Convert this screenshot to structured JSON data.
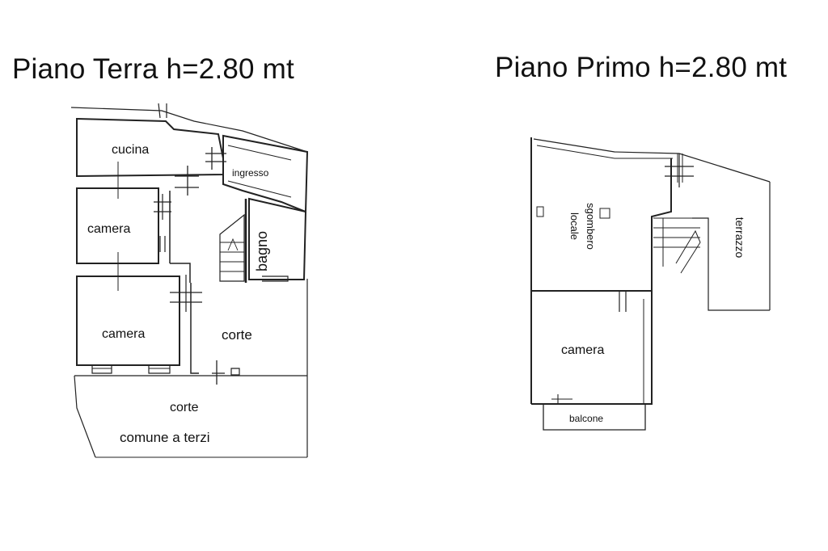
{
  "ground_floor": {
    "title": "Piano Terra h=2.80 mt",
    "rooms": {
      "kitchen": "cucina",
      "entrance": "ingresso",
      "bedroom_1": "camera",
      "bathroom": "bagno",
      "bedroom_2": "camera",
      "courtyard": "corte",
      "shared_courtyard": "corte",
      "shared_note": "comune a terzi"
    }
  },
  "first_floor": {
    "title": "Piano Primo h=2.80 mt",
    "rooms": {
      "storage_1": "locale",
      "storage_2": "sgombero",
      "terrace": "terrazzo",
      "bedroom": "camera",
      "balcony": "balcone"
    }
  }
}
